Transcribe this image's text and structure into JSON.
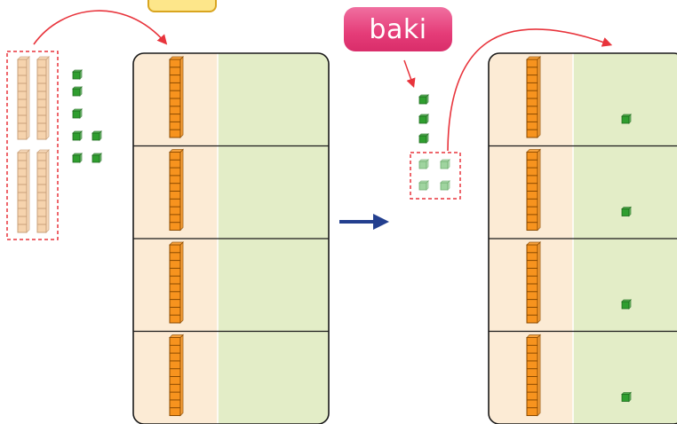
{
  "labels": {
    "remainder": "baki"
  },
  "colors": {
    "tens_rod": "#f7931e",
    "tens_rod_light": "#f6d3ad",
    "unit_cube": "#2f9e2f",
    "unit_cube_faded": "#9fd49f",
    "panel_left": "#fcebd5",
    "panel_right": "#e3edc7",
    "arrow_red": "#e8343c",
    "arrow_blue": "#233f8f",
    "highlight_box": "#e8343c",
    "label_bg": "#e53c78"
  },
  "diagram": {
    "start": {
      "tens_rods": 4,
      "unit_cubes": 7
    },
    "groups": 4,
    "result": {
      "tens_per_group": 1,
      "units_per_group": 1,
      "remainder_units": 3
    }
  }
}
